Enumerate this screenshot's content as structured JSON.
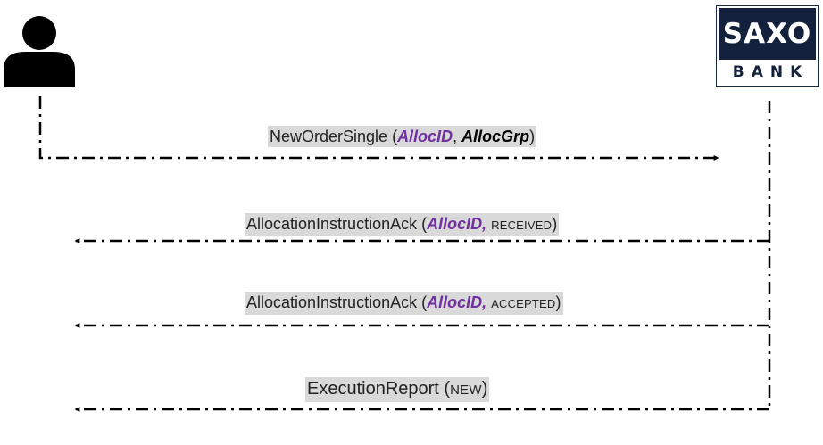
{
  "participants": {
    "client": {
      "icon": "user-icon"
    },
    "bank": {
      "logo_top": "SAXO",
      "logo_bottom": "BANK"
    }
  },
  "messages": [
    {
      "name": "NewOrderSingle",
      "open": " (",
      "param1": "AllocID",
      "sep": ", ",
      "param2": "AllocGrp",
      "close": ")",
      "direction": "client-to-bank"
    },
    {
      "name": "AllocationInstructionAck",
      "open": " (",
      "param1": "AllocID,",
      "status": "RECEIVED",
      "close": ")",
      "direction": "bank-to-client"
    },
    {
      "name": "AllocationInstructionAck",
      "open": " (",
      "param1": "AllocID,",
      "status": "ACCEPTED",
      "close": ")",
      "direction": "bank-to-client"
    },
    {
      "name": "ExecutionReport",
      "open": " (",
      "status": "NEW",
      "close": ")",
      "direction": "bank-to-client"
    }
  ],
  "colors": {
    "line": "#000000",
    "label_bg": "#d9d9d9",
    "accent_purple": "#7030a0",
    "logo_navy": "#14213d"
  }
}
